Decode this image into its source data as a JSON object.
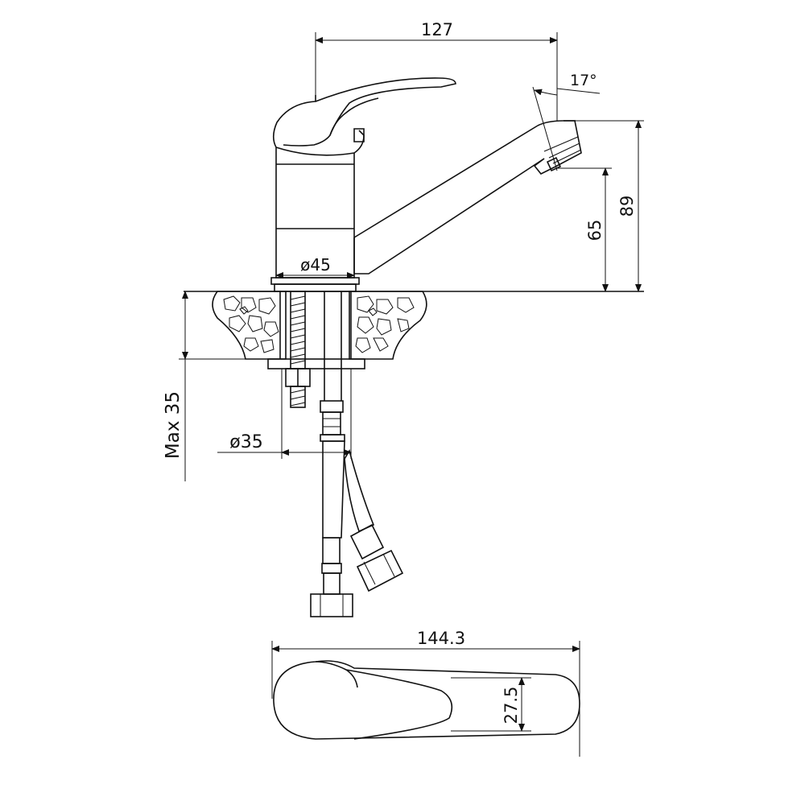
{
  "drawing": {
    "colors": {
      "line": "#111111",
      "background": "#ffffff"
    },
    "dimensions": {
      "spout_reach": "127",
      "spout_angle": "17°",
      "base_diameter": "ø45",
      "total_height": "89",
      "spout_height": "65",
      "max_countertop": "Max 35",
      "hole_diameter": "ø35",
      "top_length": "144.3",
      "top_width": "27.5"
    }
  }
}
